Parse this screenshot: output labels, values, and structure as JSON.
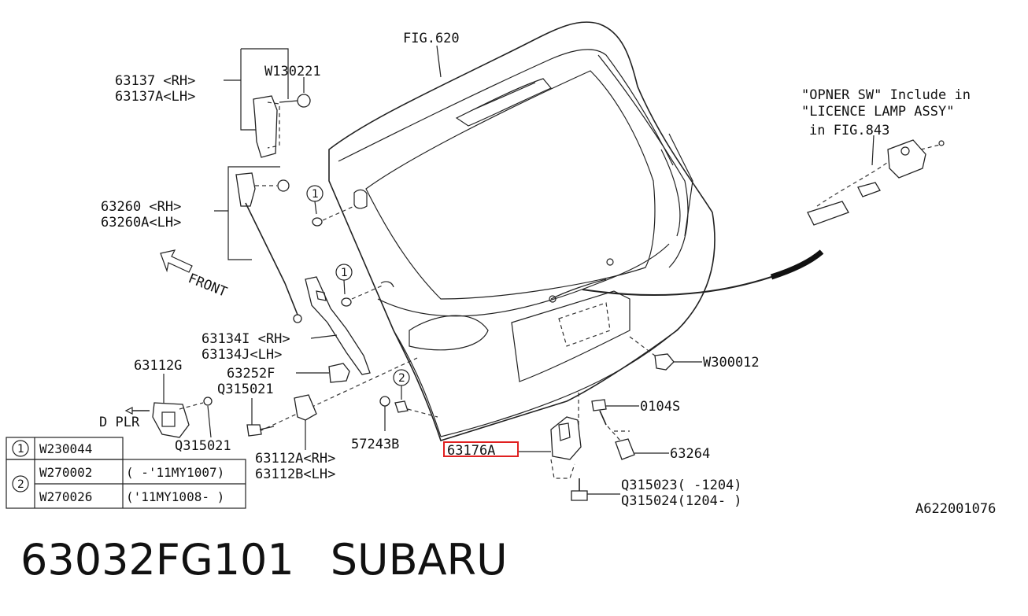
{
  "diagram": {
    "fig_ref": "FIG.620",
    "labels": {
      "p63137": "63137 <RH>",
      "p63137a": "63137A<LH>",
      "w130221": "W130221",
      "p63260": "63260 <RH>",
      "p63260a": "63260A<LH>",
      "front": "FRONT",
      "p63134i": "63134I <RH>",
      "p63134j": "63134J<LH>",
      "p63112g": "63112G",
      "p63252f": "63252F",
      "q315021a": "Q315021",
      "q315021b": "Q315021",
      "dplr": "D PLR",
      "p63112a": "63112A<RH>",
      "p63112b": "63112B<LH>",
      "p57243b": "57243B",
      "p63176a": "63176A",
      "w300012": "W300012",
      "p0104s": "0104S",
      "p63264": "63264",
      "q315023": "Q315023( -1204)",
      "q315024": "Q315024(1204- )",
      "opener1": "\"OPNER SW\" Include in",
      "opener2": "\"LICENCE LAMP ASSY\"",
      "opener3": "in FIG.843",
      "diagram_code": "A622001076"
    },
    "callouts": {
      "c1": "1",
      "c2": "2"
    },
    "legend": [
      {
        "key": "1",
        "part": "W230044",
        "note": ""
      },
      {
        "key": "2",
        "part": "W270002",
        "note": "( -'11MY1007)"
      },
      {
        "key": "",
        "part": "W270026",
        "note": "('11MY1008- )"
      }
    ],
    "highlight_color": "#e02020"
  },
  "footer": {
    "part_number": "63032FG101",
    "brand": "SUBARU"
  }
}
